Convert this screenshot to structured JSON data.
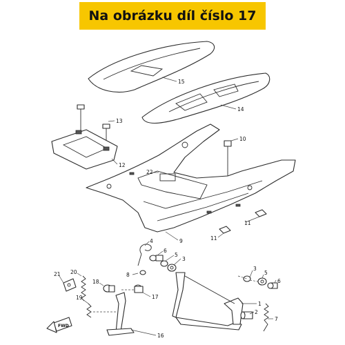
{
  "banner": {
    "title": "Na obrázku díl číslo 17",
    "color": "#f7c600"
  },
  "fwd_label": "FWD",
  "callouts": [
    "15",
    "14",
    "13",
    "12",
    "10",
    "22",
    "9",
    "11",
    "11",
    "4",
    "6",
    "5",
    "3",
    "8",
    "21",
    "20",
    "18",
    "17",
    "19",
    "16",
    "3",
    "5",
    "6",
    "1",
    "2",
    "7"
  ]
}
